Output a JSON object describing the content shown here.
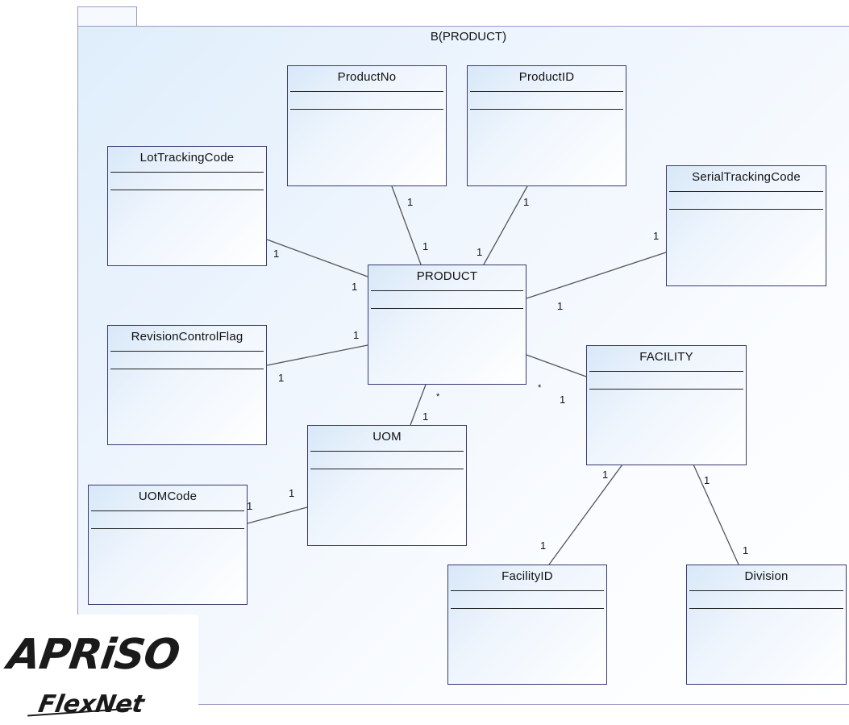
{
  "package": {
    "title": "B(PRODUCT)"
  },
  "classes": {
    "productno": "ProductNo",
    "productid": "ProductID",
    "lottrackingcode": "LotTrackingCode",
    "serialtrackingcode": "SerialTrackingCode",
    "product": "PRODUCT",
    "revisioncontrolflag": "RevisionControlFlag",
    "facility": "FACILITY",
    "uom": "UOM",
    "uomcode": "UOMCode",
    "facilityid": "FacilityID",
    "division": "Division"
  },
  "multiplicities": {
    "productno_a": "1",
    "productno_b": "1",
    "productid_a": "1",
    "productid_b": "1",
    "lot_a": "1",
    "lot_b": "1",
    "serial_a": "1",
    "serial_b": "1",
    "rev_a": "1",
    "rev_b": "1",
    "uom_star": "*",
    "uom_a": "1",
    "facility_star": "*",
    "facility_a": "1",
    "uomcode_a": "1",
    "uomcode_b": "1",
    "facid_a": "1",
    "facid_b": "1",
    "div_a": "1",
    "div_b": "1"
  },
  "logo": {
    "main": "APRiSO",
    "sub": "FlexNet"
  },
  "colors": {
    "border": "#3a3a6e",
    "package_border": "#9a9ac4",
    "line": "#555555"
  }
}
